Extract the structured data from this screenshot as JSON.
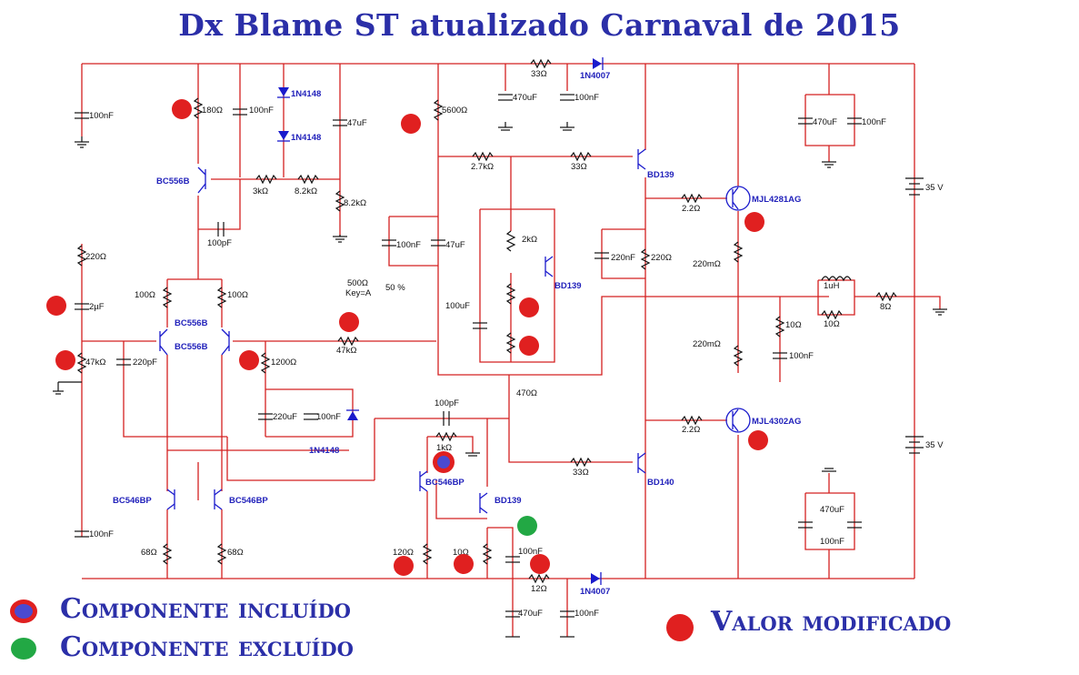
{
  "title": "Dx Blame ST atualizado Carnaval de 2015",
  "legend": {
    "included": "Componente incluído",
    "excluded": "Componente excluído",
    "modified": "Valor modificado"
  },
  "colors": {
    "wire": "#d42020",
    "title": "#2b2fa8",
    "part": "#2222bb",
    "modified_dot": "#e02020",
    "excluded_dot": "#22a844",
    "included_dot_fill": "#4a4ad0"
  },
  "labels": {
    "c_100nF_in": "100nF",
    "r_180": "180Ω",
    "c_100nF_top": "100nF",
    "d_1n4148_a": "1N4148",
    "d_1n4148_b": "1N4148",
    "c_47uF_top": "47uF",
    "r_5600": "5600Ω",
    "r_33_top": "33Ω",
    "d_1n4007_top": "1N4007",
    "c_470uF_top": "470uF",
    "c_100nF_top2": "100nF",
    "c_470uF_right_top": "470uF",
    "c_100nF_right_top": "100nF",
    "q_bc556b_top": "BC556B",
    "r_3k": "3kΩ",
    "r_8k2": "8.2kΩ",
    "r_8k2_v": "8.2kΩ",
    "r_2k7": "2.7kΩ",
    "r_33_mid": "33Ω",
    "q_bd139_top": "BD139",
    "c_100pF_top": "100pF",
    "r_2k2_top": "2.2Ω",
    "q_mjl4281": "MJL4281AG",
    "v_35_top": "35 V",
    "c_100nF_mid": "100nF",
    "c_47uF_mid": "47uF",
    "r_2k": "2kΩ",
    "c_220nF": "220nF",
    "r_220_right": "220Ω",
    "r_220m_top": "220mΩ",
    "r_220_in": "220Ω",
    "c_2uF": "2µF",
    "pot_500": "500Ω",
    "pot_key": "Key=A",
    "pot_pct": "50 %",
    "q_bd139_vbe": "BD139",
    "c_100uF": "100uF",
    "l_1uH": "1uH",
    "r_10_l": "10Ω",
    "r_8": "8Ω",
    "r_100_l": "100Ω",
    "r_100_r": "100Ω",
    "q_bc556b_l": "BC556B",
    "q_bc556b_r": "BC556B",
    "r_10_zob": "10Ω",
    "c_100nF_zob": "100nF",
    "r_47k_in": "47kΩ",
    "c_220pF": "220pF",
    "r_1200": "1200Ω",
    "r_47k_fb": "47kΩ",
    "r_220m_bot": "220mΩ",
    "r_470": "470Ω",
    "c_220uF": "220uF",
    "c_100nF_fb": "100nF",
    "c_100pF_bot": "100pF",
    "r_2k2_bot": "2.2Ω",
    "q_mjl4302": "MJL4302AG",
    "d_1n4148_fb": "1N4148",
    "r_1k": "1kΩ",
    "v_35_bot": "35 V",
    "r_33_bot": "33Ω",
    "q_bc546bp_vas": "BC546BP",
    "q_bd140": "BD140",
    "q_bc546bp_l": "BC546BP",
    "q_bc546bp_r": "BC546BP",
    "q_bd139_bot": "BD139",
    "c_100nF_in2": "100nF",
    "c_470uF_rb": "470uF",
    "c_100nF_rb": "100nF",
    "r_68_l": "68Ω",
    "r_68_r": "68Ω",
    "r_120": "120Ω",
    "r_10_bot": "10Ω",
    "c_100nF_bot": "100nF",
    "r_12": "12Ω",
    "d_1n4007_bot": "1N4007",
    "c_470uF_bot": "470uF",
    "c_100nF_bot2": "100nF"
  }
}
